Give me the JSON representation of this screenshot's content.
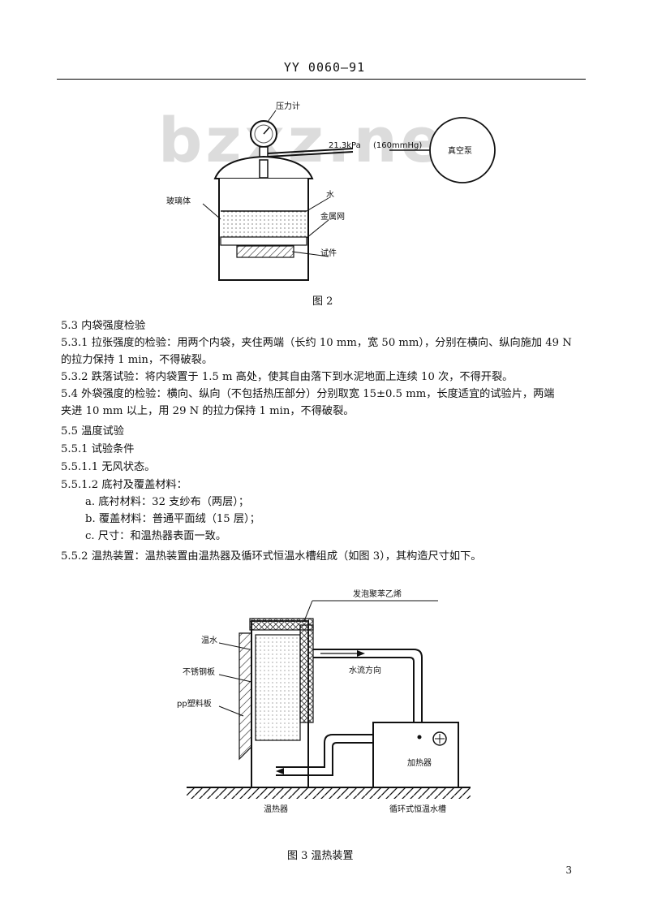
{
  "header": {
    "code": "YY 0060—91"
  },
  "watermark": "bzxz.net",
  "figure2": {
    "labels": {
      "gauge": "压力计",
      "pressure_kpa": "21.3kPa",
      "pressure_mmhg": "(160mmHg)",
      "pump": "真空泵",
      "glass": "玻璃体",
      "water": "水",
      "mesh": "金属网",
      "sample": "试件"
    },
    "caption": "图 2"
  },
  "text": {
    "s53": "5.3  内袋强度检验",
    "s531_a": "5.3.1  拉张强度的检验：用两个内袋，夹住两端（长约 10 mm，宽 50 mm），分别在横向、纵向施加 49 N",
    "s531_b": "的拉力保持 1 min，不得破裂。",
    "s532": "5.3.2  跌落试验：将内袋置于 1.5 m 高处，使其自由落下到水泥地面上连续 10 次，不得开裂。",
    "s54_a": "5.4  外袋强度的检验：横向、纵向（不包括热压部分）分别取宽 15±0.5 mm，长度适宜的试验片，两端",
    "s54_b": "夹进 10 mm 以上，用 29 N 的拉力保持 1 min，不得破裂。",
    "s55": "5.5  温度试验",
    "s551": "5.5.1  试验条件",
    "s5511": "5.5.1.1  无风状态。",
    "s5512": "5.5.1.2  底衬及覆盖材料：",
    "item_a": "a.  底衬材料：32 支纱布（两层）；",
    "item_b": "b.  覆盖材料：普通平面绒（15 层）；",
    "item_c": "c.  尺寸：和温热器表面一致。",
    "s552": "5.5.2  温热装置：温热装置由温热器及循环式恒温水槽组成（如图 3），其构造尺寸如下。"
  },
  "figure3": {
    "labels": {
      "foam": "发泡聚苯乙烯",
      "warm_water": "温水",
      "steel": "不锈钢板",
      "pp": "pp塑料板",
      "flow": "水流方向",
      "heater": "加热器",
      "warmer": "温热器",
      "bath": "循环式恒温水槽"
    },
    "caption": "图 3  温热装置"
  },
  "page_number": "3"
}
